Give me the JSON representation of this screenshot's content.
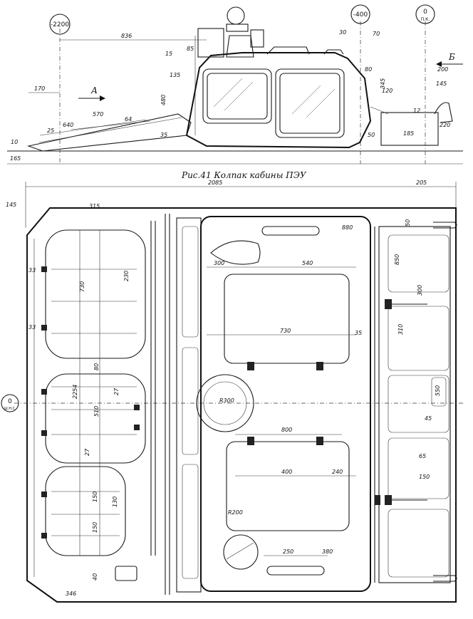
{
  "caption": "Рис.41 Колпак кабины ПЭУ",
  "markers": {
    "m2200": "-2200",
    "m400": "-400",
    "m0_top": "0",
    "m0_top_sub": "П.К.",
    "m0_left": "0",
    "m0_left_sub": "Ш.Н.С.",
    "view_a": "А",
    "view_b": "Б"
  },
  "top_dims": {
    "d836": "836",
    "d85": "85",
    "d15": "15",
    "d30": "30",
    "d70": "70",
    "d135": "135",
    "d480": "480",
    "d170": "170",
    "d570": "570",
    "d640": "640",
    "d64": "64",
    "d25": "25",
    "d35": "35",
    "d10": "10",
    "d165": "165",
    "d80": "80",
    "d200": "200",
    "d145": "145",
    "d345": "345",
    "d120": "120",
    "d185": "185",
    "d220": "220",
    "d12": "12",
    "d50": "50"
  },
  "plan_dims": {
    "d2085": "2085",
    "d205": "205",
    "d145": "145",
    "d315": "315",
    "d730v": "730",
    "d230": "230",
    "d80": "80",
    "d2254": "2254",
    "d510": "510",
    "d27": "27",
    "d33": "33",
    "d150a": "150",
    "d130": "130",
    "d150b": "150",
    "d40": "40",
    "d346": "346",
    "d300": "300",
    "d540": "540",
    "d730h": "730",
    "dR300": "R300",
    "d800": "800",
    "d35": "35",
    "d400": "400",
    "d240": "240",
    "dR200": "R200",
    "d250": "250",
    "d380": "380",
    "d880": "880",
    "d50": "50",
    "d850": "850",
    "d310": "310",
    "d300r": "300",
    "d550": "550",
    "d45": "45",
    "d65": "65",
    "d150c": "150"
  }
}
